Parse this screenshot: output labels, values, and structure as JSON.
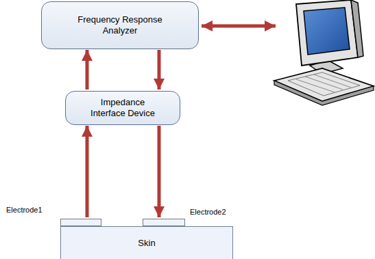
{
  "diagram": {
    "nodes": [
      {
        "text": [
          "Frequency Response Analyzer"
        ]
      },
      {
        "text": [
          "Impedance Interface Device"
        ]
      },
      {
        "text": [
          "Electrode1"
        ]
      },
      {
        "text": [
          "Electrode2"
        ]
      },
      {
        "text": [
          "Skin"
        ]
      }
    ],
    "edges": [
      {
        "from": 1,
        "to": 0,
        "arrow": "to"
      },
      {
        "from": 0,
        "to": 1,
        "arrow": "to"
      },
      {
        "from": 2,
        "to": 1,
        "arrow": "to"
      },
      {
        "from": 1,
        "to": 3,
        "arrow": "to"
      }
    ]
  }
}
